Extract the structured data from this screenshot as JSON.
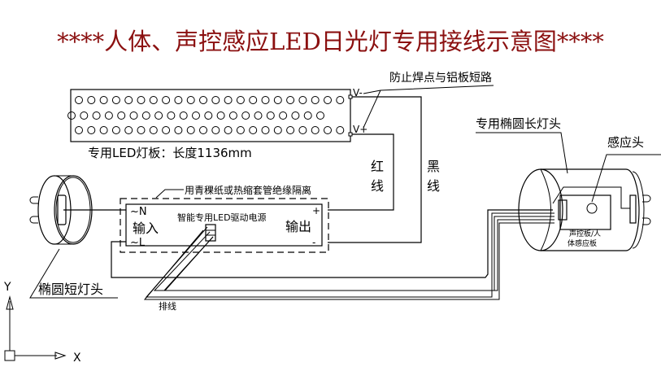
{
  "title": "****人体、声控感应LED日光灯专用接线示意图****",
  "colors": {
    "title": "#8b1010",
    "lines": "#000000",
    "background": "#ffffff"
  },
  "led_board": {
    "label": "专用LED灯板：长度1136mm",
    "rows": [
      22,
      21,
      22
    ],
    "terminal_minus": "V-",
    "terminal_plus": "V+",
    "note": "防止焊点与铝板短路"
  },
  "wires": {
    "red": "红\n线",
    "red_chars": [
      "红",
      "线"
    ],
    "black_chars": [
      "黑",
      "线"
    ],
    "ribbon": "排线"
  },
  "driver": {
    "insulation_note": "用青稞纸或热缩套管绝缘隔离",
    "name": "智能专用LED驱动电源",
    "input_label": "输入",
    "output_label": "输出",
    "input_n": "~N",
    "input_l": "~L",
    "output_plus": "+",
    "output_minus": "-"
  },
  "short_cap": {
    "label": "椭圆短灯头"
  },
  "long_cap": {
    "label": "专用椭圆长灯头",
    "sensor_label": "感应头",
    "board_line1": "声控板/人",
    "board_line2": "体感应板"
  },
  "axes": {
    "x": "X",
    "y": "Y"
  }
}
